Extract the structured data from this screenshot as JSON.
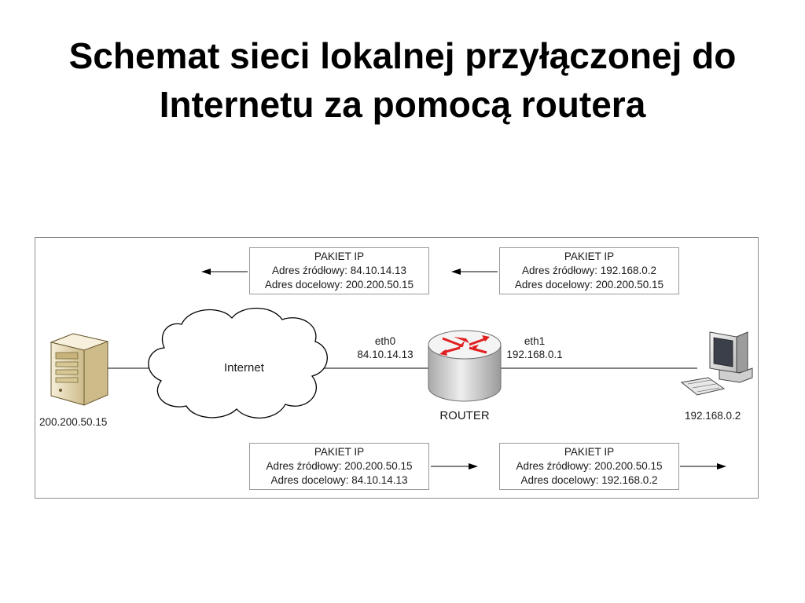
{
  "title": {
    "line1": "Schemat sieci lokalnej przyłączonej do",
    "line2": "Internetu za pomocą routera"
  },
  "packets": [
    {
      "id": "top-left",
      "heading": "PAKIET IP",
      "source": "Adres źródłowy: 84.10.14.13",
      "destination": "Adres docelowy: 200.200.50.15"
    },
    {
      "id": "top-right",
      "heading": "PAKIET IP",
      "source": "Adres źródłowy: 192.168.0.2",
      "destination": "Adres docelowy: 200.200.50.15"
    },
    {
      "id": "bottom-left",
      "heading": "PAKIET IP",
      "source": "Adres źródłowy: 200.200.50.15",
      "destination": "Adres docelowy: 84.10.14.13"
    },
    {
      "id": "bottom-right",
      "heading": "PAKIET IP",
      "source": "Adres źródłowy: 200.200.50.15",
      "destination": "Adres docelowy: 192.168.0.2"
    }
  ],
  "nodes": {
    "server": {
      "ip": "200.200.50.15",
      "icon": "server-icon"
    },
    "internet": {
      "label": "Internet",
      "icon": "cloud-icon"
    },
    "router": {
      "label": "ROUTER",
      "icon": "router-icon"
    },
    "workstation": {
      "ip": "192.168.0.2",
      "icon": "computer-icon"
    }
  },
  "interfaces": {
    "eth0": {
      "name": "eth0",
      "ip": "84.10.14.13"
    },
    "eth1": {
      "name": "eth1",
      "ip": "192.168.0.1"
    }
  },
  "colors": {
    "router_arrows": "#e02020",
    "router_body": "#d9d9d9",
    "server_body": "#efe3c3",
    "line": "#000000"
  }
}
